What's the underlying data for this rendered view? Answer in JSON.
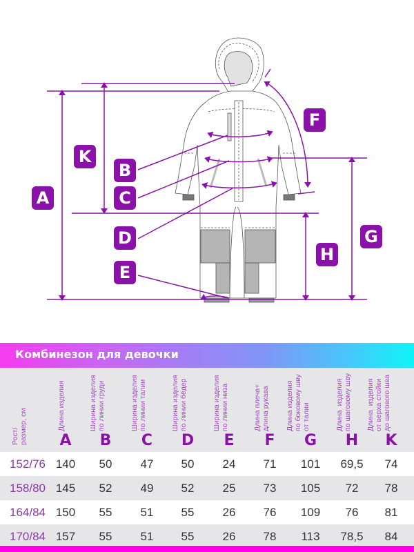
{
  "diagram": {
    "badges": [
      {
        "id": "A",
        "label": "A"
      },
      {
        "id": "B",
        "label": "B"
      },
      {
        "id": "C",
        "label": "C"
      },
      {
        "id": "D",
        "label": "D"
      },
      {
        "id": "E",
        "label": "E"
      },
      {
        "id": "F",
        "label": "F"
      },
      {
        "id": "G",
        "label": "G"
      },
      {
        "id": "H",
        "label": "H"
      },
      {
        "id": "K",
        "label": "K"
      }
    ],
    "accent_color": "#8b12a8",
    "garment": "girls-overall-sketch"
  },
  "title_bar": {
    "title": "Комбинезон для девочки",
    "gradient": [
      "#f53bf0",
      "#0ef5f8"
    ]
  },
  "table": {
    "size_header": "Рост/\nразмер, см",
    "columns": [
      {
        "letter": "A",
        "desc": "Длина изделия"
      },
      {
        "letter": "B",
        "desc": "Ширина изделия\nпо линии груди"
      },
      {
        "letter": "C",
        "desc": "Ширина изделия\nпо линии талии"
      },
      {
        "letter": "D",
        "desc": "Ширина изделия\nпо линии бёдер"
      },
      {
        "letter": "E",
        "desc": "Ширина изделия\nпо линии низа"
      },
      {
        "letter": "F",
        "desc": "Длина плеча+\nдлина рукава"
      },
      {
        "letter": "G",
        "desc": "Длина изделия\nпо боковому шву\nот талии"
      },
      {
        "letter": "H",
        "desc": "Длина  изделия\nпо шаговому шву"
      },
      {
        "letter": "K",
        "desc": "Длина  изделия\nот верха стойки\nдо шагового шва"
      }
    ],
    "rows": [
      {
        "size": "152/76",
        "values": [
          "140",
          "50",
          "47",
          "50",
          "24",
          "71",
          "101",
          "69,5",
          "74"
        ]
      },
      {
        "size": "158/80",
        "values": [
          "145",
          "52",
          "49",
          "52",
          "25",
          "73",
          "105",
          "72",
          "78"
        ]
      },
      {
        "size": "164/84",
        "values": [
          "150",
          "55",
          "51",
          "55",
          "26",
          "76",
          "109",
          "76",
          "81"
        ]
      },
      {
        "size": "170/84",
        "values": [
          "157",
          "55",
          "51",
          "55",
          "26",
          "78",
          "113",
          "78,5",
          "84"
        ]
      }
    ],
    "bottom_bar_color": "#ff00e6"
  }
}
